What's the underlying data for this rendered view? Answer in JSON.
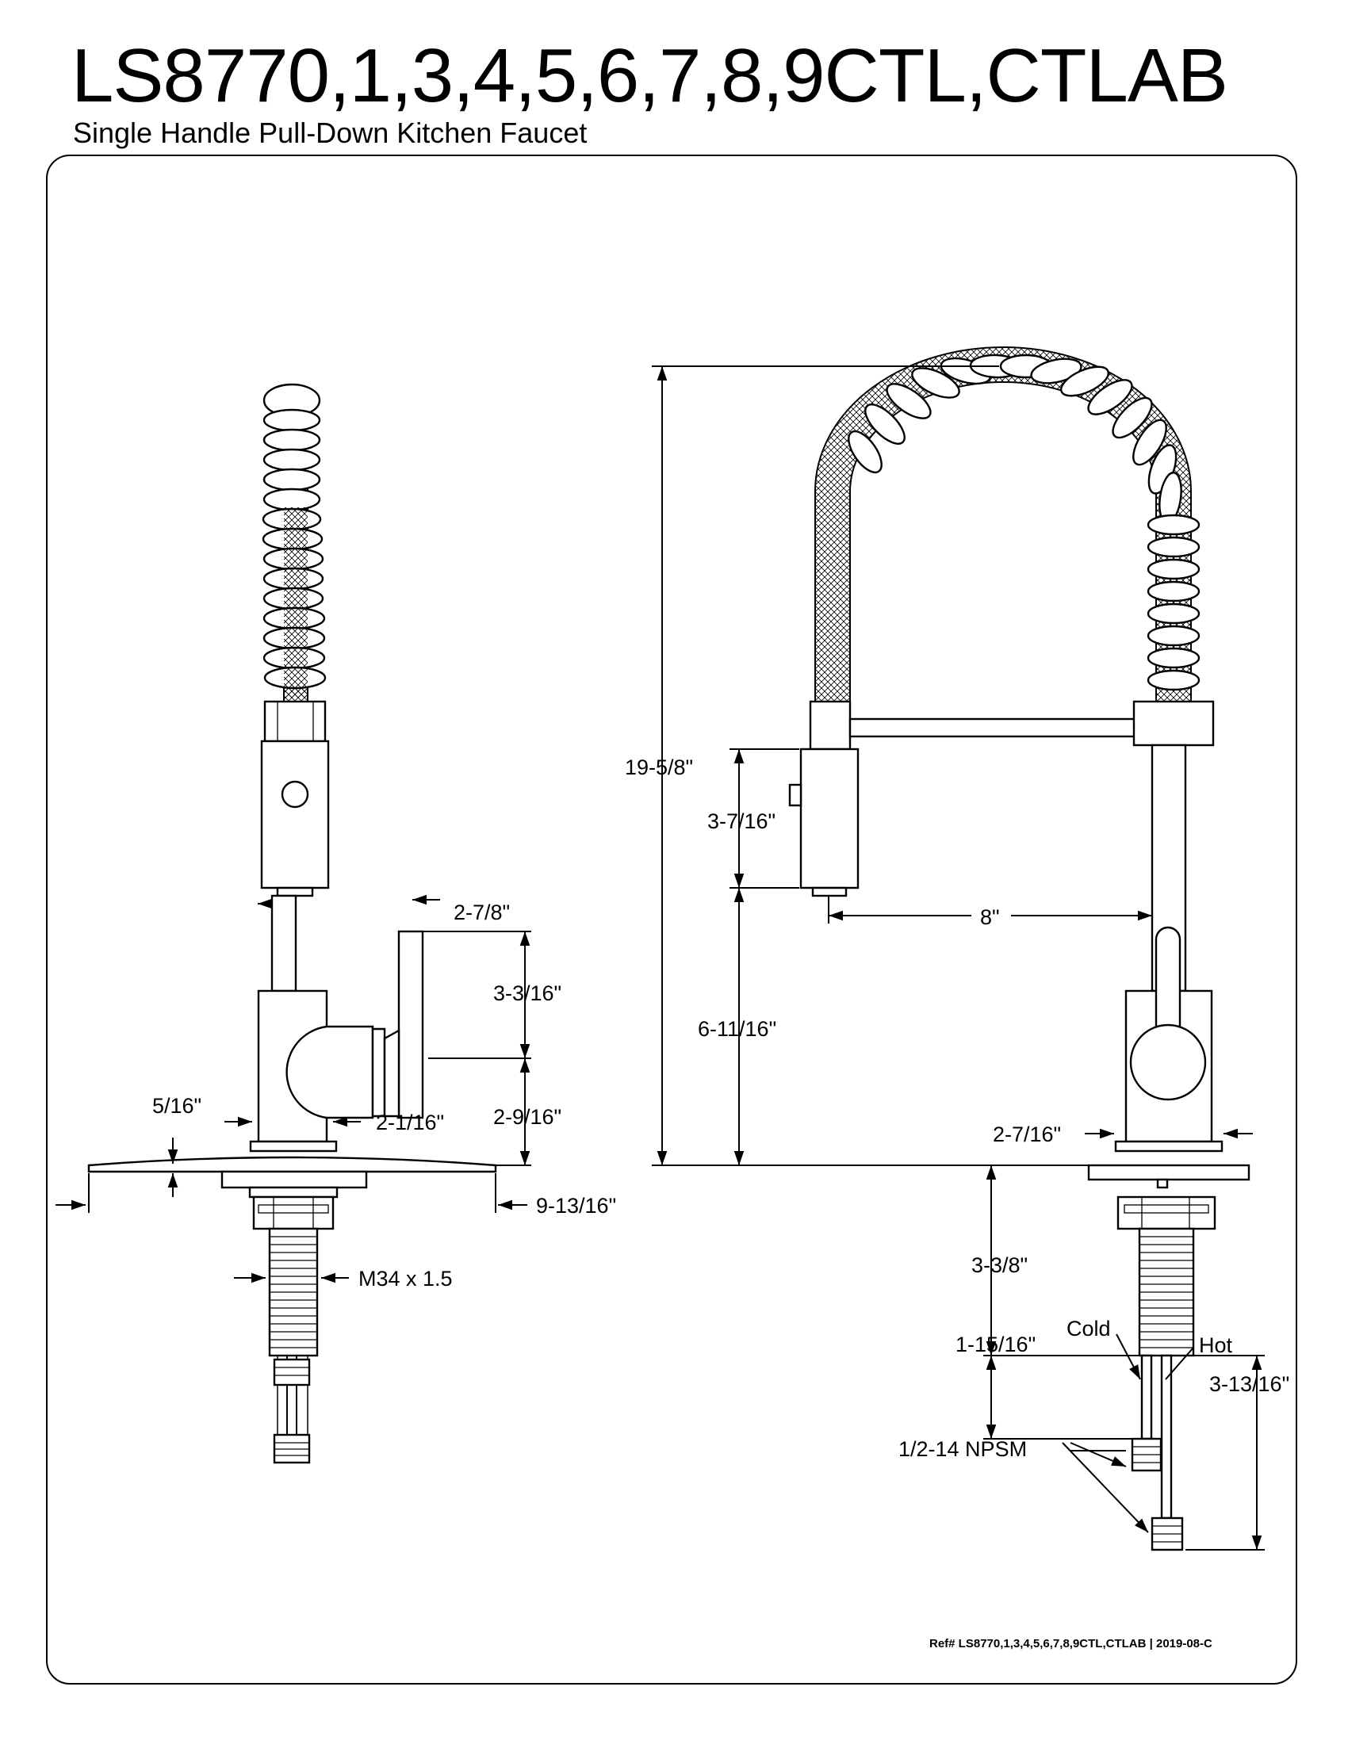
{
  "header": {
    "title": "LS8770,1,3,4,5,6,7,8,9CTL,CTLAB",
    "subtitle": "Single Handle Pull-Down Kitchen Faucet"
  },
  "side_view": {
    "handle_reach": "2-7/8\"",
    "handle_height": "3-3/16\"",
    "body_height": "2-9/16\"",
    "escutcheon_thickness": "5/16\"",
    "body_diameter": "2-1/16\"",
    "escutcheon_width": "9-13/16\"",
    "shank_thread": "M34 x 1.5"
  },
  "front_view": {
    "overall_height": "19-5/8\"",
    "sprayer_length": "3-7/16\"",
    "spout_reach": "8\"",
    "spout_clearance": "6-11/16\"",
    "base_diameter": "2-7/16\"",
    "shank_length": "3-3/8\"",
    "cold_label": "Cold",
    "hot_label": "Hot",
    "cold_line_length": "1-15/16\"",
    "hot_line_length": "3-13/16\"",
    "connection_thread": "1/2-14 NPSM"
  },
  "footer": {
    "reference": "Ref# LS8770,1,3,4,5,6,7,8,9CTL,CTLAB | 2019-08-C"
  }
}
